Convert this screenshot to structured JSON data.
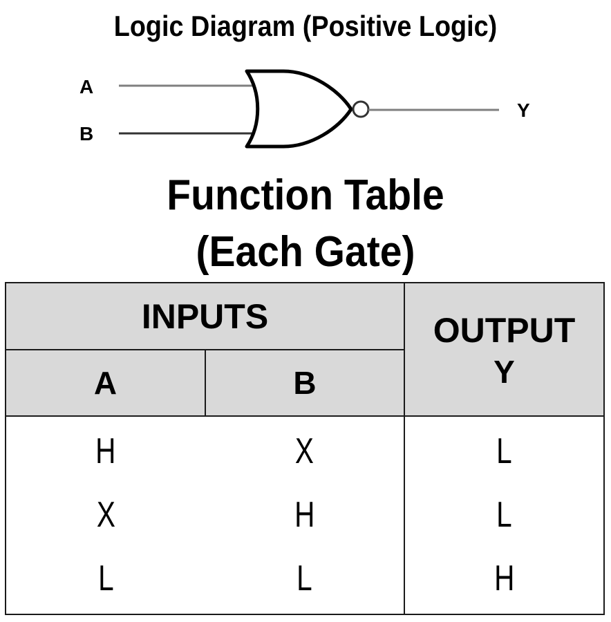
{
  "logic_diagram": {
    "title": "Logic Diagram (Positive Logic)",
    "gate_type": "NOR",
    "inputs": [
      "A",
      "B"
    ],
    "output": "Y",
    "colors": {
      "stroke": "#000000",
      "wire": "#7f7f7f"
    }
  },
  "function_table": {
    "title_line1": "Function Table",
    "title_line2": "(Each Gate)",
    "headers": {
      "inputs": "INPUTS",
      "output": "OUTPUT",
      "input_a": "A",
      "input_b": "B",
      "output_y": "Y"
    },
    "rows": [
      {
        "a": "H",
        "b": "X",
        "y": "L"
      },
      {
        "a": "X",
        "b": "H",
        "y": "L"
      },
      {
        "a": "L",
        "b": "L",
        "y": "H"
      }
    ],
    "colors": {
      "header_bg": "#d9d9d9",
      "border": "#1a1a1a"
    }
  }
}
